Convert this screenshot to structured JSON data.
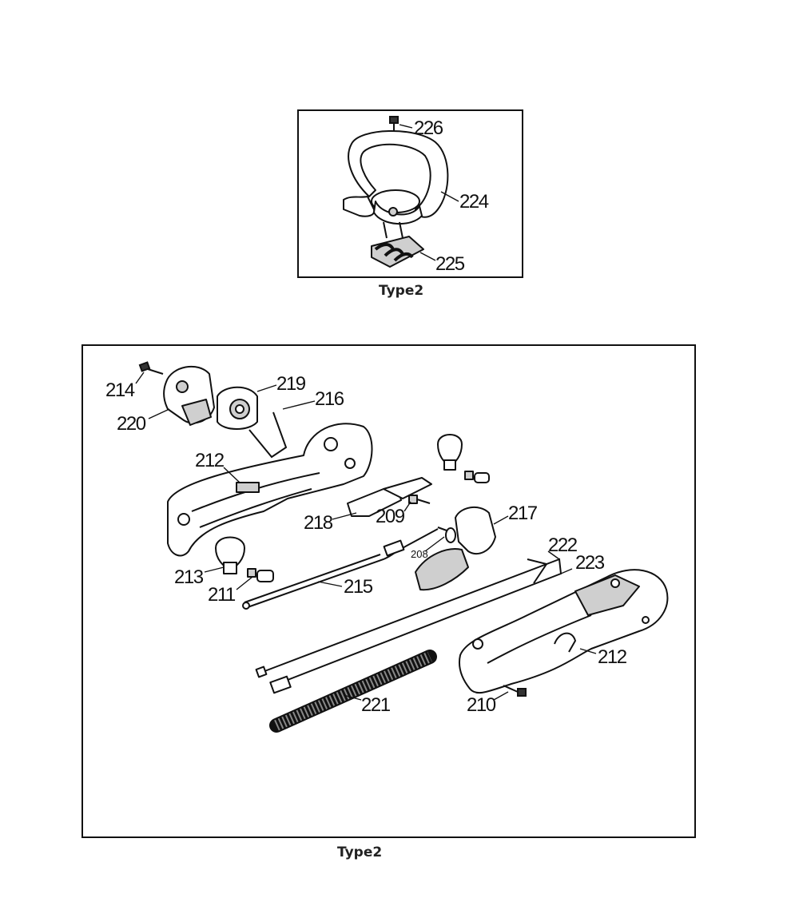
{
  "top_panel": {
    "caption": "Type2",
    "callouts": [
      "226",
      "224",
      "225"
    ]
  },
  "bottom_panel": {
    "caption": "Type2",
    "callouts": [
      "214",
      "220",
      "219",
      "216",
      "212",
      "218",
      "209",
      "217",
      "213",
      "211",
      "215",
      "208",
      "222",
      "223",
      "212",
      "221",
      "210"
    ]
  }
}
